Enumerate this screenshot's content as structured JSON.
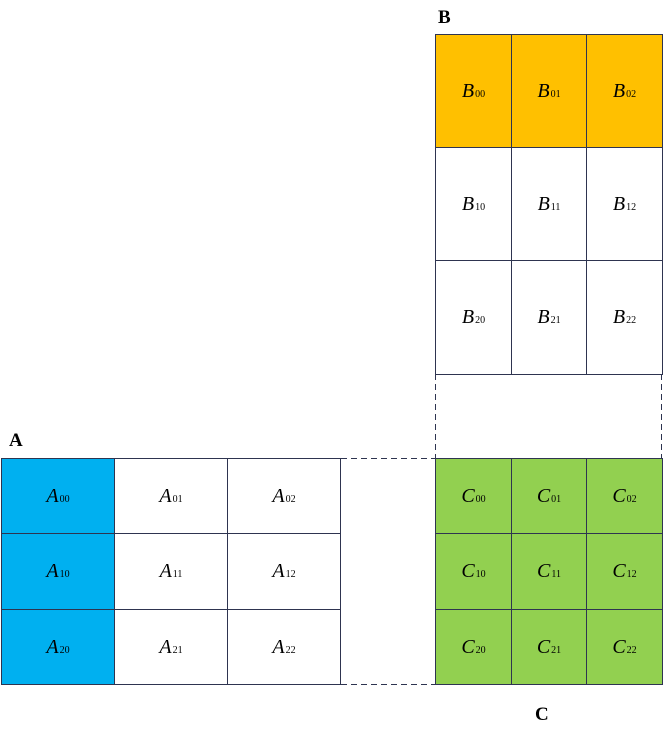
{
  "labels": {
    "a": "A",
    "b": "B",
    "c": "C"
  },
  "colors": {
    "a_highlight": "#00b0f0",
    "b_highlight": "#ffc000",
    "c_fill": "#92d050",
    "border": "#2e3450"
  },
  "matrix_a": {
    "highlight": "first-column",
    "cells": [
      [
        {
          "base": "A",
          "sub": "00"
        },
        {
          "base": "A",
          "sub": "01"
        },
        {
          "base": "A",
          "sub": "02"
        }
      ],
      [
        {
          "base": "A",
          "sub": "10"
        },
        {
          "base": "A",
          "sub": "11"
        },
        {
          "base": "A",
          "sub": "12"
        }
      ],
      [
        {
          "base": "A",
          "sub": "20"
        },
        {
          "base": "A",
          "sub": "21"
        },
        {
          "base": "A",
          "sub": "22"
        }
      ]
    ]
  },
  "matrix_b": {
    "highlight": "first-row",
    "cells": [
      [
        {
          "base": "B",
          "sub": "00"
        },
        {
          "base": "B",
          "sub": "01"
        },
        {
          "base": "B",
          "sub": "02"
        }
      ],
      [
        {
          "base": "B",
          "sub": "10"
        },
        {
          "base": "B",
          "sub": "11"
        },
        {
          "base": "B",
          "sub": "12"
        }
      ],
      [
        {
          "base": "B",
          "sub": "20"
        },
        {
          "base": "B",
          "sub": "21"
        },
        {
          "base": "B",
          "sub": "22"
        }
      ]
    ]
  },
  "matrix_c": {
    "highlight": "all",
    "cells": [
      [
        {
          "base": "C",
          "sub": "00"
        },
        {
          "base": "C",
          "sub": "01"
        },
        {
          "base": "C",
          "sub": "02"
        }
      ],
      [
        {
          "base": "C",
          "sub": "10"
        },
        {
          "base": "C",
          "sub": "11"
        },
        {
          "base": "C",
          "sub": "12"
        }
      ],
      [
        {
          "base": "C",
          "sub": "20"
        },
        {
          "base": "C",
          "sub": "21"
        },
        {
          "base": "C",
          "sub": "22"
        }
      ]
    ]
  }
}
